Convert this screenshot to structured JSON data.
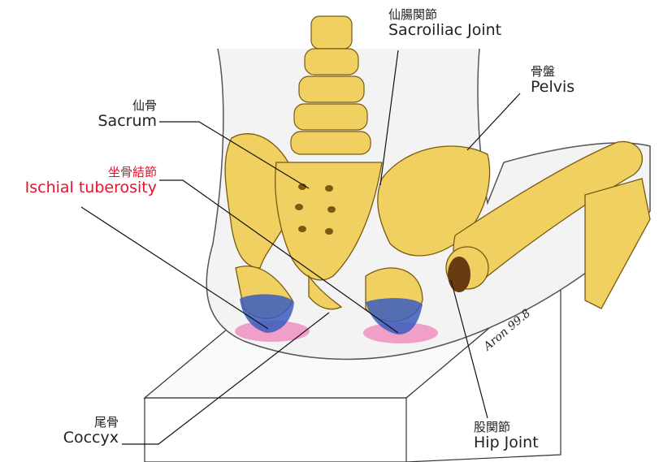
{
  "labels": {
    "sacroiliac": {
      "jp": "仙腸関節",
      "en": "Sacroiliac Joint"
    },
    "pelvis": {
      "jp": "骨盤",
      "en": "Pelvis"
    },
    "sacrum": {
      "jp": "仙骨",
      "en": "Sacrum"
    },
    "ischial": {
      "jp": "坐骨結節",
      "en": "Ischial tuberosity"
    },
    "coccyx": {
      "jp": "尾骨",
      "en": "Coccyx"
    },
    "hip": {
      "jp": "股関節",
      "en": "Hip Joint"
    }
  },
  "signature": "Aron 99.8",
  "colors": {
    "bone": "#f0d060",
    "highlight_red": "#e8102a",
    "contact": "#f0a0c8",
    "pressure": "#3a5cc0"
  }
}
